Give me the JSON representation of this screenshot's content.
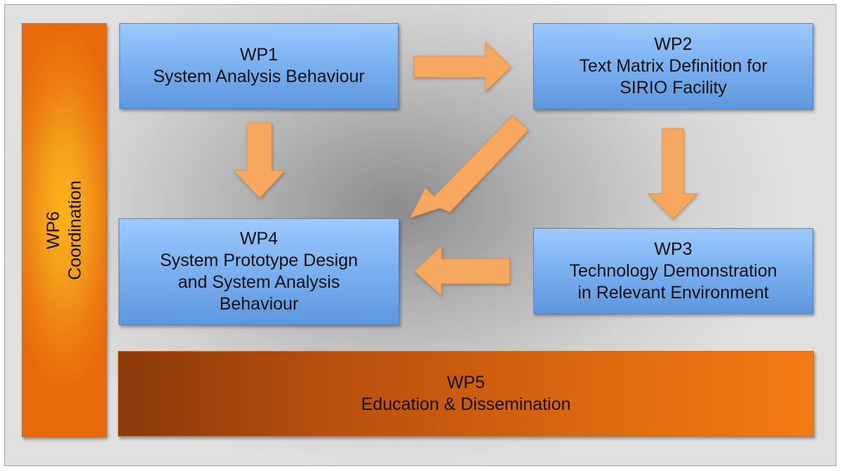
{
  "wp1": {
    "title": "WP1",
    "subtitle": [
      "System Analysis Behaviour"
    ]
  },
  "wp2": {
    "title": "WP2",
    "subtitle": [
      "Text Matrix Definition for",
      "SIRIO Facility"
    ]
  },
  "wp3": {
    "title": "WP3",
    "subtitle": [
      "Technology Demonstration",
      "in Relevant Environment"
    ]
  },
  "wp4": {
    "title": "WP4",
    "subtitle": [
      "System Prototype Design",
      "and System Analysis",
      "Behaviour"
    ]
  },
  "wp5": {
    "title": "WP5",
    "subtitle": [
      "Education & Dissemination"
    ]
  },
  "wp6": {
    "title": "WP6",
    "subtitle": [
      "Coordination"
    ]
  },
  "colors": {
    "box_blue": "#7db2f1",
    "box_orange": "#ec7d10",
    "arrow": "#f7a860"
  },
  "flows": [
    {
      "from": "WP1",
      "to": "WP2"
    },
    {
      "from": "WP1",
      "to": "WP4"
    },
    {
      "from": "WP2",
      "to": "WP4"
    },
    {
      "from": "WP2",
      "to": "WP3"
    },
    {
      "from": "WP3",
      "to": "WP4"
    }
  ]
}
